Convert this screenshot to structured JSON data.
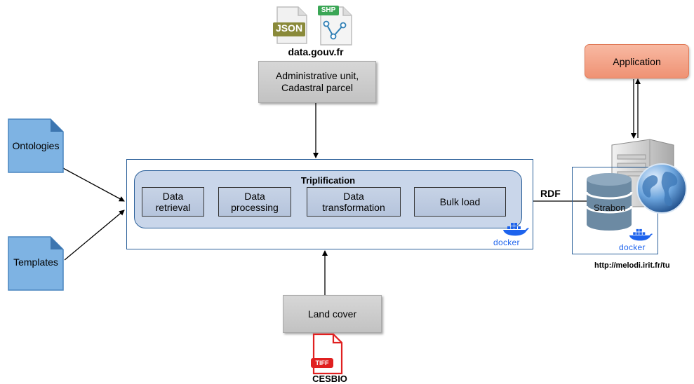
{
  "sources": {
    "top": {
      "name": "data.gouv.fr",
      "formats": [
        "JSON",
        "SHP"
      ],
      "box": "Administrative unit,\nCadastral parcel"
    },
    "bottom": {
      "name": "CESBIO",
      "format": "TIFF",
      "box": "Land cover"
    }
  },
  "inputs": [
    "Ontologies",
    "Templates"
  ],
  "pipeline": {
    "title": "Triplification",
    "steps": [
      "Data\nretrieval",
      "Data\nprocessing",
      "Data\ntransformation",
      "Bulk load"
    ],
    "container": "docker"
  },
  "output": {
    "edge_label": "RDF",
    "store": "Strabon",
    "container": "docker",
    "url": "http://melodi.irit.fr/tu"
  },
  "application": "Application",
  "colors": {
    "docker": "#1d63ed",
    "application": "#f4a385",
    "pipeline_fill": "#c9d6ea",
    "step_fill": "#b8c7de",
    "doc_icon": "#5b9bd5",
    "tiff_red": "#e02020",
    "json_olive": "#8a8a3a",
    "shp_green": "#3aa655"
  }
}
